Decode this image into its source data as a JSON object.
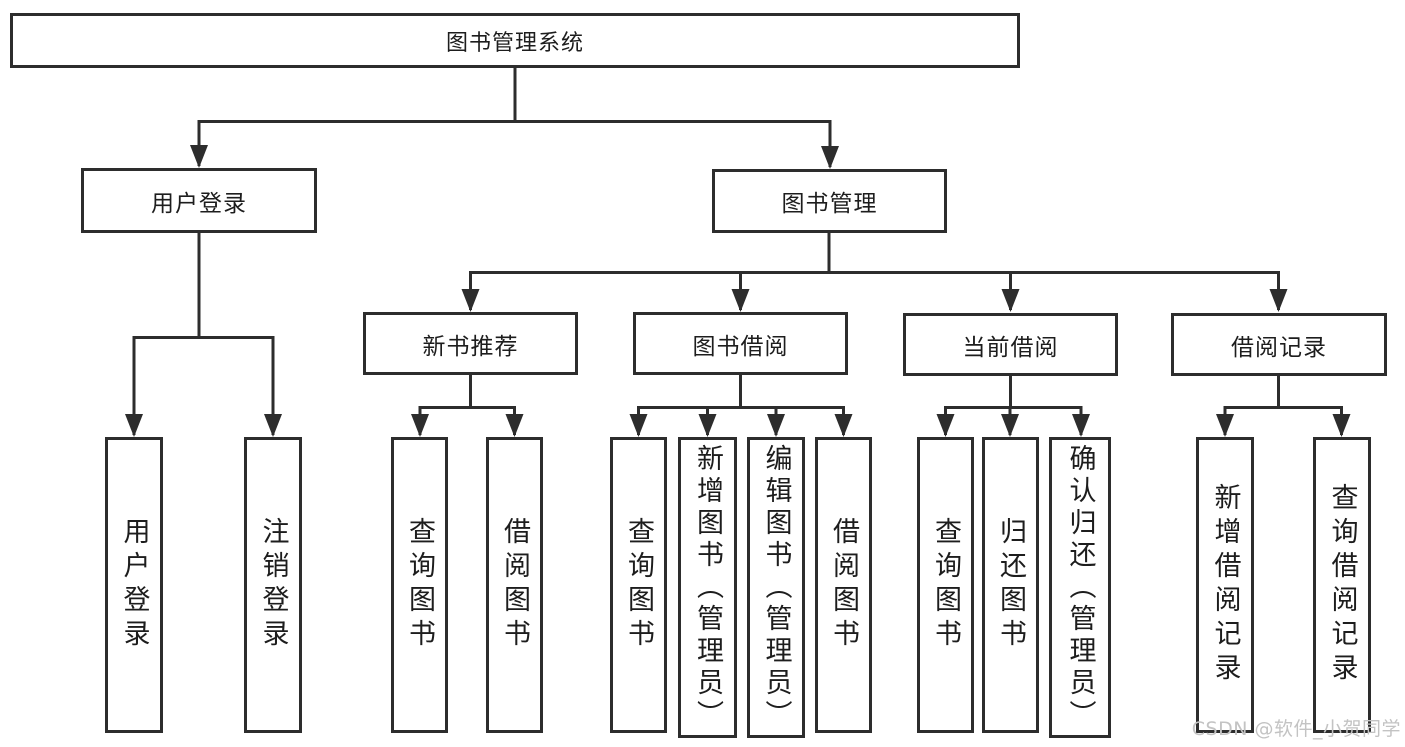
{
  "watermark": "CSDN @软件_小贺同学",
  "colors": {
    "line": "#2d2d2d",
    "box_border": "#2d2d2d",
    "text": "#1d1d1d",
    "watermark": "#c3c3c3",
    "background": "#ffffff"
  },
  "tree": {
    "label": "图书管理系统",
    "children": [
      {
        "label": "用户登录",
        "children": [
          {
            "label": "用户登录"
          },
          {
            "label": "注销登录"
          }
        ]
      },
      {
        "label": "图书管理",
        "children": [
          {
            "label": "新书推荐",
            "children": [
              {
                "label": "查询图书"
              },
              {
                "label": "借阅图书"
              }
            ]
          },
          {
            "label": "图书借阅",
            "children": [
              {
                "label": "查询图书"
              },
              {
                "label": "新增图书（管理员）"
              },
              {
                "label": "编辑图书（管理员）"
              },
              {
                "label": "借阅图书"
              }
            ]
          },
          {
            "label": "当前借阅",
            "children": [
              {
                "label": "查询图书"
              },
              {
                "label": "归还图书"
              },
              {
                "label": "确认归还（管理员）"
              }
            ]
          },
          {
            "label": "借阅记录",
            "children": [
              {
                "label": "新增借阅记录"
              },
              {
                "label": "查询借阅记录"
              }
            ]
          }
        ]
      }
    ]
  }
}
